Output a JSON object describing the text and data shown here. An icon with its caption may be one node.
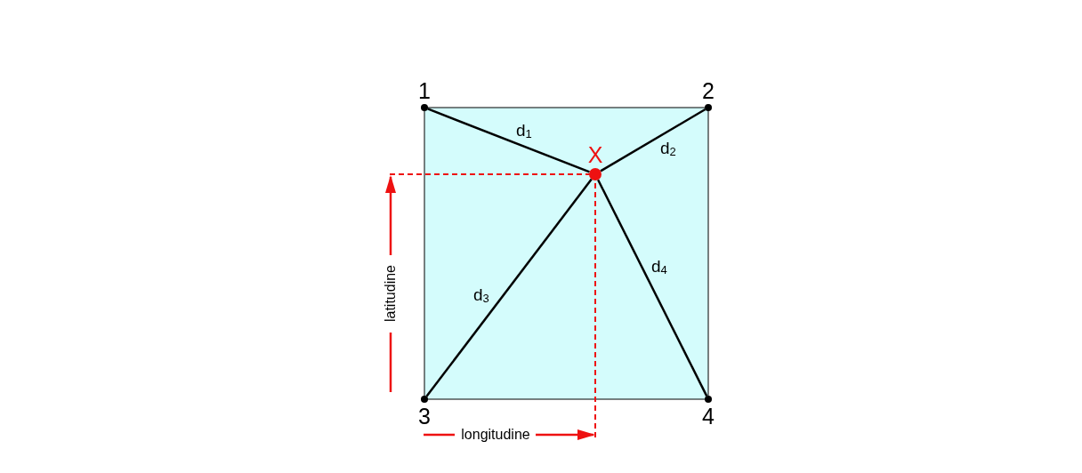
{
  "diagram": {
    "nodes": [
      {
        "text": [
          "1"
        ]
      },
      {
        "text": [
          "2"
        ]
      },
      {
        "text": [
          "X"
        ]
      },
      {
        "text": [
          "3"
        ]
      },
      {
        "text": [
          "4"
        ]
      }
    ],
    "edges": [
      {
        "from": 0,
        "to": 2,
        "arrow": "none",
        "label": "d$_{1}$"
      },
      {
        "from": 1,
        "to": 2,
        "arrow": "none",
        "label": "d$_{2}$"
      },
      {
        "from": 3,
        "to": 2,
        "arrow": "none",
        "label": "d$_{3}$"
      },
      {
        "from": 4,
        "to": 2,
        "arrow": "none",
        "label": "d$_{4}$"
      }
    ],
    "labels": [
      "latitudine",
      "longitudine"
    ]
  }
}
